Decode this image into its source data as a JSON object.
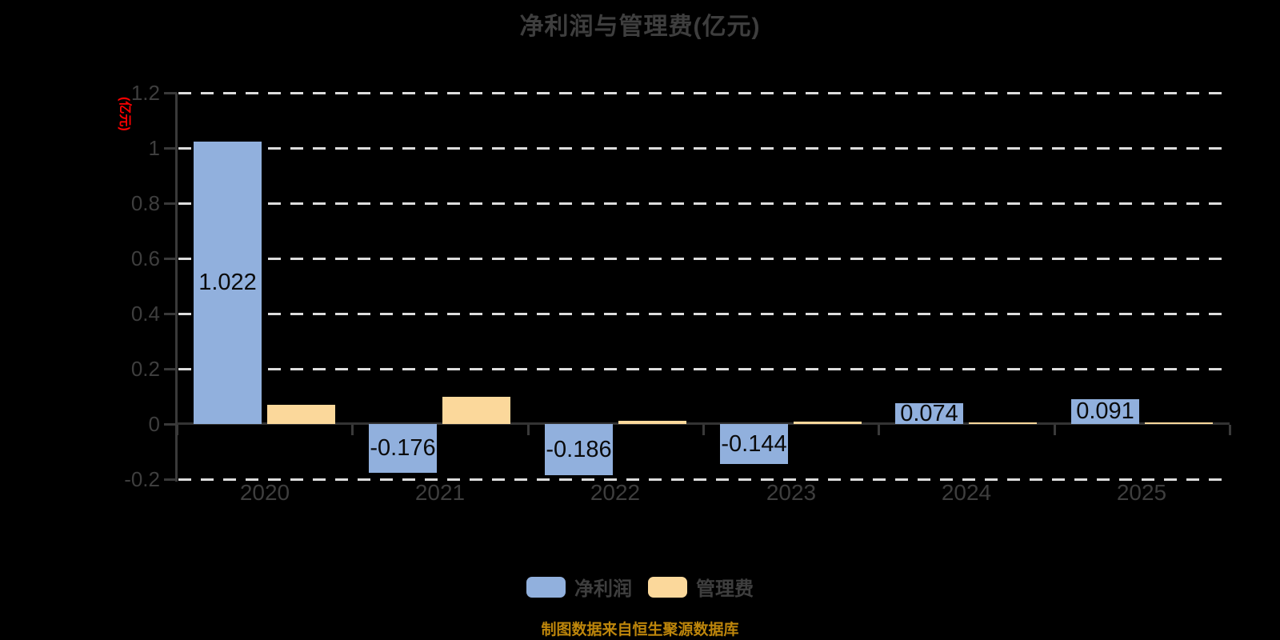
{
  "title": "净利润与管理费(亿元)",
  "footer": {
    "source_text": "制图数据来自恒生聚源数据库"
  },
  "colors": {
    "background": "#000000",
    "net_profit_bar": "#91b0dd",
    "management_fee_bar": "#fbd89b",
    "gridline": "#dcdcdc",
    "axis": "#3a3a3a",
    "axis_text": "#3e3e3e",
    "y_unit_label": "#ff0000",
    "source_text": "#be860b",
    "bar_label_text": "#0a0a0a"
  },
  "chart_data": {
    "type": "bar",
    "title": "净利润与管理费(亿元)",
    "y_axis_label": "(亿元)",
    "categories": [
      "2020",
      "2021",
      "2022",
      "2023",
      "2024",
      "2025"
    ],
    "series": [
      {
        "name": "净利润",
        "slug": "net-profit",
        "color": "#91b0dd",
        "values": [
          1.022,
          -0.176,
          -0.186,
          -0.144,
          0.074,
          0.091
        ],
        "data_labels": [
          "1.022",
          "-0.176",
          "-0.186",
          "-0.144",
          "0.074",
          "0.091"
        ]
      },
      {
        "name": "管理费",
        "slug": "management-fee",
        "color": "#fbd89b",
        "values": [
          0.07,
          0.098,
          0.012,
          0.008,
          0.006,
          0.005
        ],
        "data_labels": [
          null,
          null,
          null,
          null,
          null,
          null
        ]
      }
    ],
    "ylim": [
      -0.2,
      1.2
    ],
    "y_ticks": [
      1.2,
      1,
      0.8,
      0.6,
      0.4,
      0.2,
      0,
      -0.2
    ],
    "y_tick_labels": [
      "1.2",
      "1",
      "0.8",
      "0.6",
      "0.4",
      "0.2",
      "0",
      "-0.2"
    ],
    "grid": "horizontal dashed",
    "legend_position": "bottom"
  }
}
